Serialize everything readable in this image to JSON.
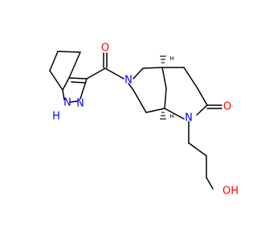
{
  "colors": {
    "bond": "#000000",
    "oxygen": "#ff0000",
    "nitrogen": "#0000ff"
  },
  "atoms": {
    "carbonyl_o": "O",
    "lactam_o": "O",
    "hydroxyl": "OH",
    "amide_n": "N",
    "lactam_n": "N",
    "pyrazole_n": "N",
    "pyrazole_nh": "N",
    "pyrazole_h": "H"
  },
  "stereo": {
    "c4a_h": "H",
    "c8a_h": "H"
  }
}
